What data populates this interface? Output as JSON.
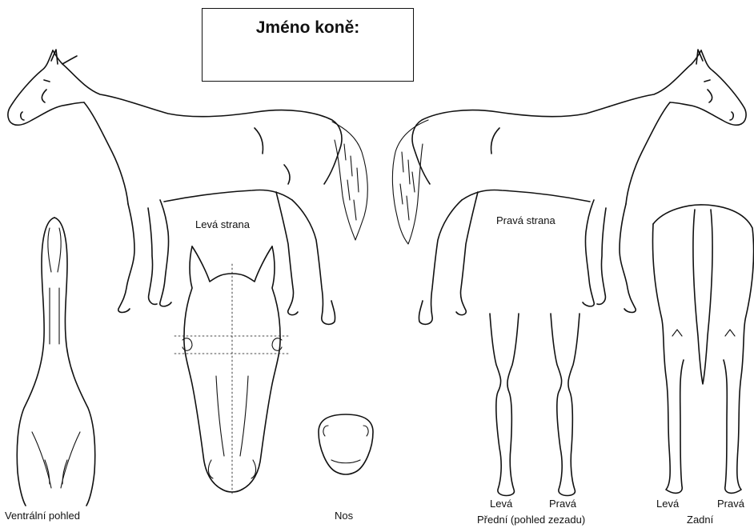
{
  "form": {
    "title": "Jméno koně:"
  },
  "labels": {
    "left_side": "Levá strana",
    "right_side": "Pravá strana",
    "ventral": "Ventrální pohled",
    "nose": "Nos",
    "front_left": "Levá",
    "front_right": "Pravá",
    "front_caption": "Přední (pohled zezadu)",
    "rear_left": "Levá",
    "rear_right": "Pravá",
    "rear_caption": "Zadní"
  }
}
